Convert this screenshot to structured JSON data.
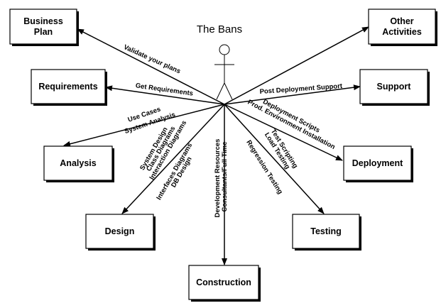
{
  "title": "The Bans",
  "actor": {
    "icon": "stick-figure-actor-icon"
  },
  "boxes": [
    {
      "id": "business-plan",
      "label": [
        "Business",
        "Plan"
      ]
    },
    {
      "id": "other-activities",
      "label": [
        "Other",
        "Activities"
      ]
    },
    {
      "id": "requirements",
      "label": [
        "Requirements"
      ]
    },
    {
      "id": "support",
      "label": [
        "Support"
      ]
    },
    {
      "id": "analysis",
      "label": [
        "Analysis"
      ]
    },
    {
      "id": "deployment",
      "label": [
        "Deployment"
      ]
    },
    {
      "id": "design",
      "label": [
        "Design"
      ]
    },
    {
      "id": "testing",
      "label": [
        "Testing"
      ]
    },
    {
      "id": "construction",
      "label": [
        "Construction"
      ]
    }
  ],
  "edges": [
    {
      "to": "business-plan",
      "labels": [
        "Validate your plans"
      ]
    },
    {
      "to": "other-activities",
      "labels": []
    },
    {
      "to": "requirements",
      "labels": [
        "Get Requirements"
      ]
    },
    {
      "to": "support",
      "labels": [
        "Post Deployment Support"
      ]
    },
    {
      "to": "analysis",
      "labels": [
        "Use Cases",
        "System Analysis"
      ]
    },
    {
      "to": "deployment",
      "labels": [
        "Deployment Scripts",
        "Prod. Environment Installation"
      ]
    },
    {
      "to": "design",
      "labels": [
        "System Design",
        "Class Diagrams",
        "Interaction Diagrams",
        "Interfaces Diagrams",
        "DB Design"
      ]
    },
    {
      "to": "testing",
      "labels": [
        "Test Scripting",
        "Load Testing",
        "Regression Testing"
      ]
    },
    {
      "to": "construction",
      "labels": [
        "Development Resources",
        "Consultants/Full Time"
      ]
    }
  ]
}
